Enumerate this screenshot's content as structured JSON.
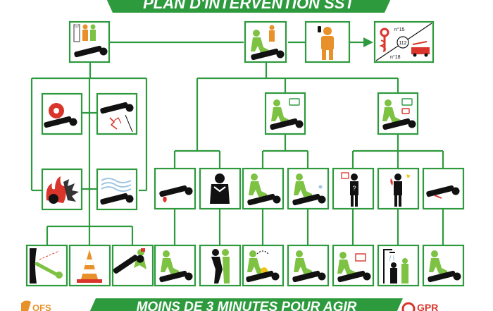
{
  "header": {
    "title": "PLAN D'INTERVENTION SST"
  },
  "emergency_numbers": {
    "samu": "n°15",
    "europe": "112",
    "pompiers": "n°18"
  },
  "footer": {
    "slogan": "MOINS DE 3 MINUTES POUR AGIR",
    "left_logo": "OFS",
    "right_logo": "GPR"
  },
  "colors": {
    "green": "#2e9a3e",
    "banner_green": "#2e9a3e",
    "figure_green": "#7dc243",
    "orange": "#e8912a",
    "red": "#d9352b"
  },
  "icons": {
    "top_row": [
      "protect-scene-icon",
      "examine-victim-icon",
      "phone-alert-icon",
      "emergency-services-icon"
    ],
    "protect_row1": [
      "electric-protection-icon",
      "electric-spark-icon"
    ],
    "protect_row2": [
      "fire-explosion-icon",
      "gas-toxic-icon"
    ],
    "assess_row": [
      "examine-airway-icon",
      "examine-breathing-icon"
    ],
    "mid_row": [
      "bleeding-victim-icon",
      "choking-person-icon",
      "unconscious-breathing-icon",
      "unconscious-not-breathing-icon",
      "malaise-icon",
      "burn-icon",
      "trauma-icon"
    ],
    "bottom_row": [
      "cut-power-icon",
      "traffic-cone-icon",
      "evacuate-victim-icon",
      "compress-bleeding-icon",
      "back-blows-icon",
      "recovery-position-icon",
      "cpr-icon",
      "defibrillator-icon",
      "rest-victim-icon",
      "shower-burn-icon",
      "immobilize-icon"
    ]
  }
}
